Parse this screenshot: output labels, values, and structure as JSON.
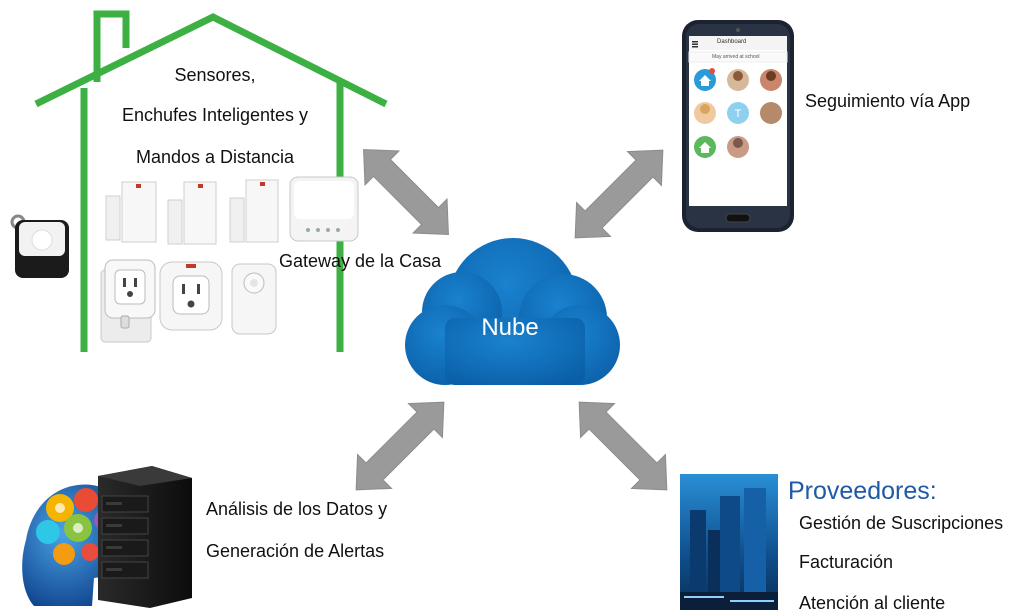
{
  "house": {
    "line1": "Sensores,",
    "line2": "Enchufes Inteligentes y",
    "line3": "Mandos a Distancia",
    "gateway_label": "Gateway de la Casa"
  },
  "cloud": {
    "label": "Nube"
  },
  "app": {
    "label": "Seguimiento vía App",
    "screen_title": "Dashboard",
    "status_text": "May arrived at school"
  },
  "analytics": {
    "line1": "Análisis de los Datos y",
    "line2": "Generación de Alertas"
  },
  "providers": {
    "title": "Proveedores:",
    "items": [
      "Gestión de Suscripciones",
      "Facturación",
      "Atención al cliente"
    ]
  },
  "colors": {
    "house_outline": "#3cb043",
    "cloud": "#0f6db8",
    "arrow": "#9a9a9a",
    "providers_title": "#1f5aa6"
  }
}
